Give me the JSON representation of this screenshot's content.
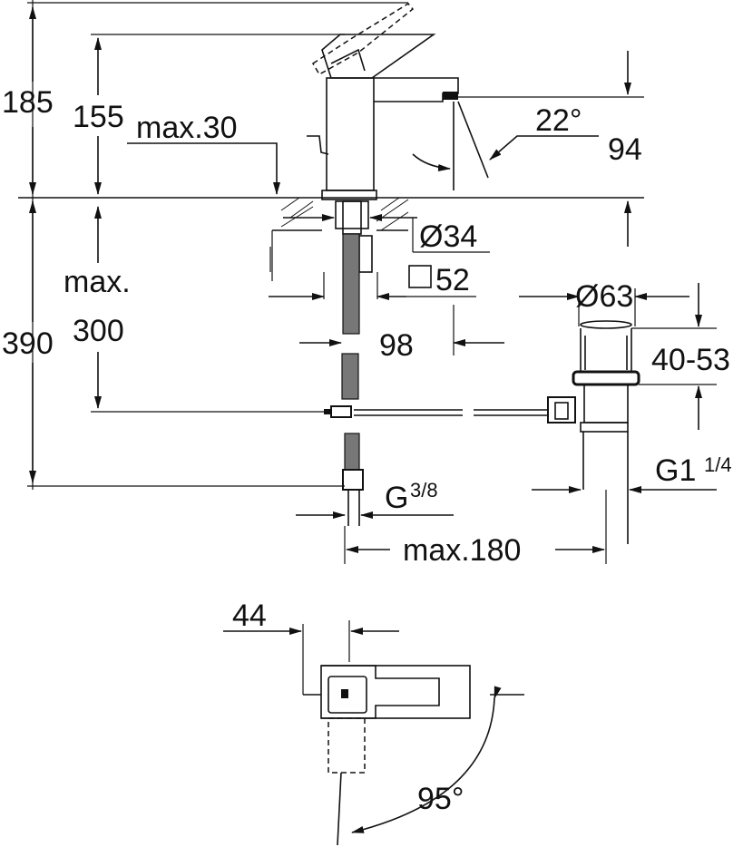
{
  "drawing": {
    "title": "",
    "dims": {
      "d185": "185",
      "d155": "155",
      "max30": "max.30",
      "angle22": "22°",
      "d94": "94",
      "dia34": "Ø34",
      "sq52": "52",
      "maxword": "max.",
      "d300": "300",
      "d390": "390",
      "d98": "98",
      "dia63": "Ø63",
      "range4053": "40-53",
      "g_left": "G",
      "g_left_frac": "3/8",
      "g_right": "G1",
      "g_right_frac": "1/4",
      "max180": "max.180",
      "d44": "44",
      "angle95": "95°"
    }
  }
}
